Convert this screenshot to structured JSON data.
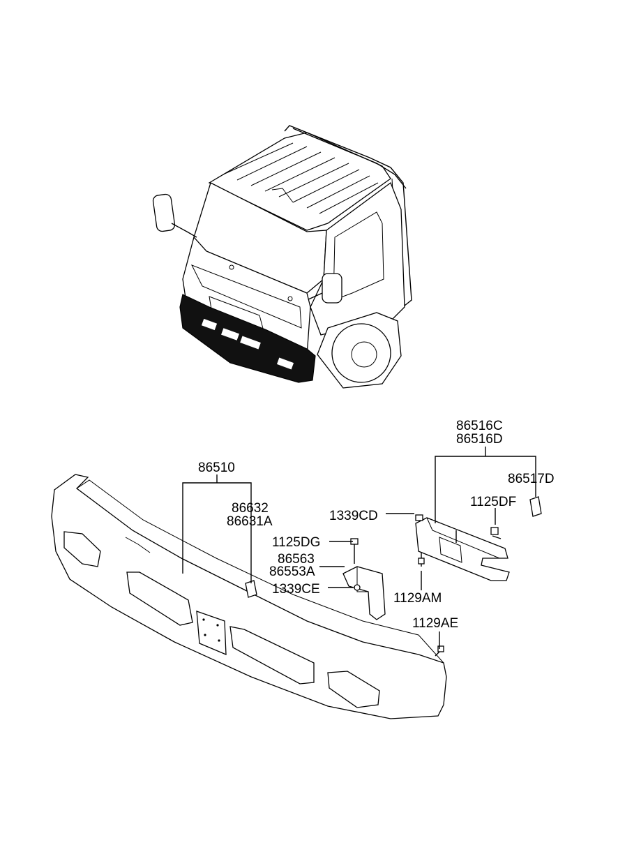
{
  "labels": {
    "bumper_assy": "86510",
    "upper_bracket_c": "86516C",
    "upper_bracket_d": "86516D",
    "plate_d": "86517D",
    "bolt_1125df": "1125DF",
    "nut_1339cd": "1339CD",
    "plate_86632": "86632",
    "plate_86631a": "86631A",
    "bolt_1125dg": "1125DG",
    "stay_86563": "86563",
    "stay_86553a": "86553A",
    "nut_1339ce": "1339CE",
    "bolt_1129am": "1129AM",
    "bolt_1129ae": "1129AE"
  }
}
